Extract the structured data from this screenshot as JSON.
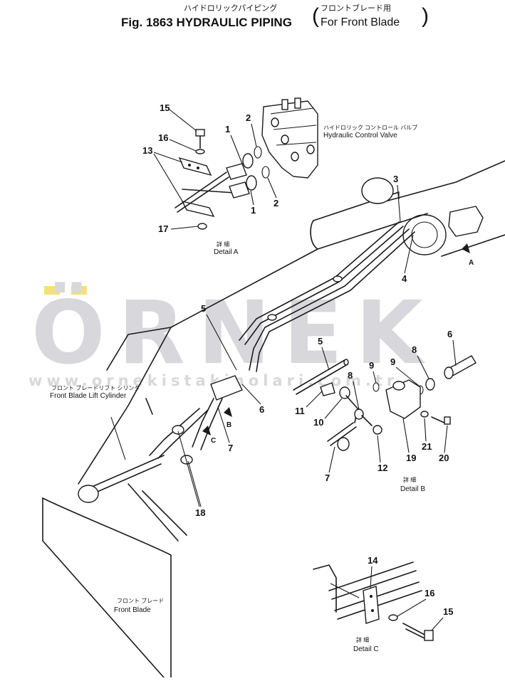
{
  "header": {
    "title_jp": "ハイドロリックパイピング",
    "title": "Fig. 1863 HYDRAULIC PIPING",
    "subtitle_jp": "フロントブレード用",
    "subtitle": "For Front Blade"
  },
  "watermark": {
    "text": "ÖRNEK",
    "url": "www.ornekistakinolari.com.tr",
    "color": "#d8d8dc",
    "accent_color": "#f2e07a"
  },
  "labels": {
    "control_valve_jp": "ハイドロリック コントロール バルブ",
    "control_valve": "Hydraulic Control Valve",
    "detail_a_jp": "詳 細",
    "detail_a": "Detail A",
    "detail_b_jp": "詳 細",
    "detail_b": "Detail B",
    "detail_c_jp": "詳 細",
    "detail_c": "Detail C",
    "lift_cylinder_jp": "フロント ブレードリフト シリンダ",
    "lift_cylinder": "Front Blade Lift Cylinder",
    "front_blade_jp": "フロント ブレード",
    "front_blade": "Front Blade",
    "view_a": "A",
    "view_b": "B",
    "view_c": "C"
  },
  "callouts": {
    "detail_a": [
      "15",
      "16",
      "13",
      "1",
      "2",
      "2",
      "1",
      "17"
    ],
    "main": [
      "3",
      "4",
      "5",
      "6",
      "7",
      "18"
    ],
    "detail_b": [
      "5",
      "9",
      "9",
      "8",
      "6",
      "8",
      "11",
      "10",
      "21",
      "20",
      "12",
      "19",
      "7"
    ],
    "detail_c": [
      "14",
      "16",
      "15"
    ]
  }
}
